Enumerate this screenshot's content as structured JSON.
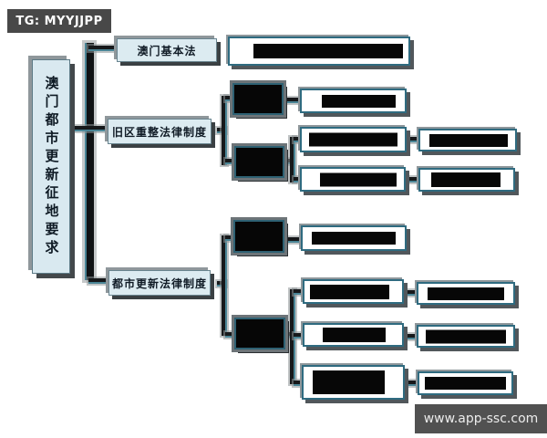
{
  "watermarks": {
    "telegram": "TG: MYYJJPP",
    "website": "www.app-ssc.com"
  },
  "diagram": {
    "type": "mindmap",
    "root": "澳门都市更新征地要求",
    "branches": [
      {
        "label": "澳门基本法",
        "children": [
          {
            "label": "[redacted]",
            "redacted": true
          }
        ]
      },
      {
        "label": "旧区重整法律制度",
        "children": [
          {
            "label": "[redacted]",
            "redacted": true,
            "children": [
              {
                "label": "[redacted]",
                "redacted": true
              }
            ]
          },
          {
            "label": "[redacted]",
            "redacted": true,
            "children": [
              {
                "label": "[redacted]",
                "redacted": true,
                "children": [
                  {
                    "label": "[redacted]",
                    "redacted": true
                  }
                ]
              },
              {
                "label": "[redacted]",
                "redacted": true,
                "children": [
                  {
                    "label": "[redacted]",
                    "redacted": true
                  }
                ]
              }
            ]
          }
        ]
      },
      {
        "label": "都市更新法律制度",
        "children": [
          {
            "label": "[redacted]",
            "redacted": true,
            "children": [
              {
                "label": "[redacted]",
                "redacted": true
              }
            ]
          },
          {
            "label": "[redacted]",
            "redacted": true,
            "children": [
              {
                "label": "[redacted]",
                "redacted": true,
                "children": [
                  {
                    "label": "[redacted]",
                    "redacted": true
                  }
                ]
              },
              {
                "label": "[redacted]",
                "redacted": true,
                "children": [
                  {
                    "label": "[redacted]",
                    "redacted": true
                  }
                ]
              },
              {
                "label": "[redacted]",
                "redacted": true,
                "children": [
                  {
                    "label": "[redacted]",
                    "redacted": true
                  }
                ]
              }
            ]
          }
        ]
      }
    ]
  },
  "colors": {
    "node_fill": "#dcebf1",
    "node_border_teal": "#2f6b80",
    "connector_teal": "#4a8596",
    "connector_core": "#17191b",
    "shadow_gray": "#8f979b",
    "badge_bg": "#4a4a4a",
    "redaction": "#070707"
  }
}
